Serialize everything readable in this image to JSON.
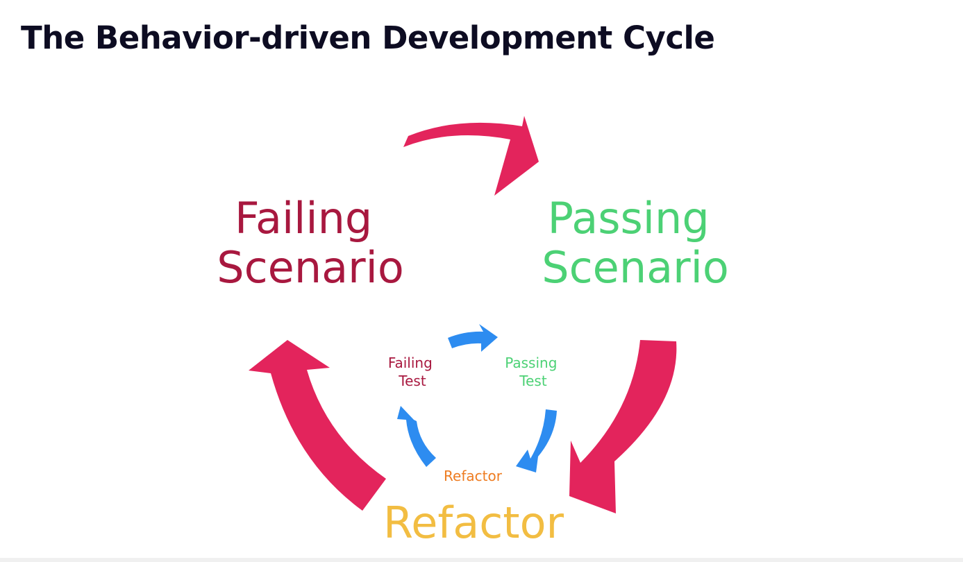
{
  "slide": {
    "title": "The Behavior-driven Development Cycle"
  },
  "outer_cycle": {
    "failing_line1": "Failing",
    "failing_line2": "Scenario",
    "passing_line1": "Passing",
    "passing_line2": "Scenario",
    "refactor": "Refactor"
  },
  "inner_cycle": {
    "failing_line1": "Failing",
    "failing_line2": "Test",
    "passing_line1": "Passing",
    "passing_line2": "Test",
    "refactor": "Refactor"
  },
  "colors": {
    "failing": "#a8183f",
    "passing": "#4cd175",
    "refactor_outer": "#f2bd42",
    "refactor_inner": "#ee7c21",
    "outer_arrow": "#e3245c",
    "inner_arrow": "#2d8cf0",
    "title": "#0d0c22"
  }
}
